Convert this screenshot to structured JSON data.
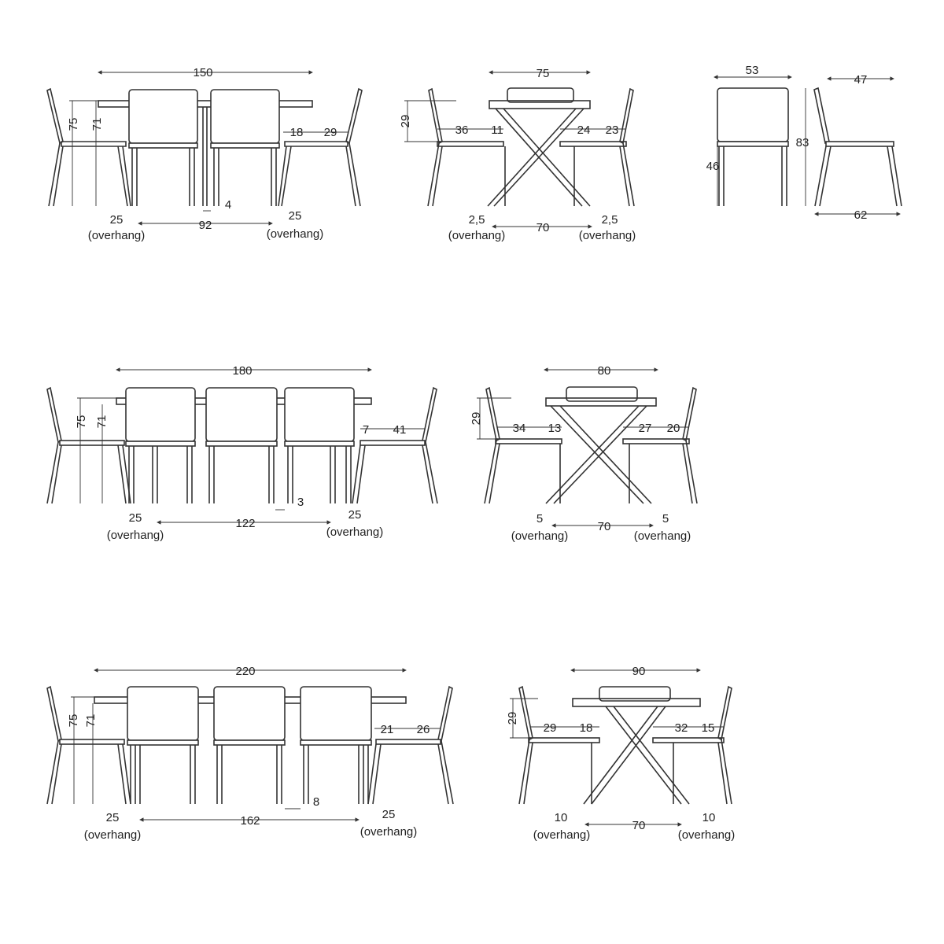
{
  "diagrams": {
    "set1_front": {
      "total_width": "150",
      "table_height": "75",
      "seat_to_top": "71",
      "leg_gap": "4",
      "chair_gap": "18",
      "end_chair_clear": "29",
      "leg_span": "92",
      "overhang_left": "25",
      "overhang_right": "25",
      "overhang_label": "(overhang)"
    },
    "set1_side": {
      "depth": "75",
      "chair_clear": "29",
      "left_seat": "36",
      "left_gap": "11",
      "right_gap": "24",
      "right_seat": "23",
      "overhang_left": "2,5",
      "overhang_right": "2,5",
      "leg_span": "70",
      "overhang_label": "(overhang)"
    },
    "chair_front": {
      "width": "53",
      "seat_height": "46"
    },
    "chair_side": {
      "depth_top": "47",
      "height": "83",
      "depth_bottom": "62"
    },
    "set2_front": {
      "total_width": "180",
      "table_height": "75",
      "seat_to_top": "71",
      "end_gap": "7",
      "end_chair_clear": "41",
      "leg_gap": "3",
      "leg_span": "122",
      "overhang_left": "25",
      "overhang_right": "25",
      "overhang_label": "(overhang)"
    },
    "set2_side": {
      "depth": "80",
      "chair_clear": "29",
      "left_seat": "34",
      "left_gap": "13",
      "right_gap": "27",
      "right_seat": "20",
      "overhang_left": "5",
      "overhang_right": "5",
      "leg_span": "70",
      "overhang_label": "(overhang)"
    },
    "set3_front": {
      "total_width": "220",
      "table_height": "75",
      "seat_to_top": "71",
      "end_gap": "21",
      "end_chair_clear": "26",
      "leg_gap": "8",
      "leg_span": "162",
      "overhang_left": "25",
      "overhang_right": "25",
      "overhang_label": "(overhang)"
    },
    "set3_side": {
      "depth": "90",
      "chair_clear": "29",
      "left_seat": "29",
      "left_gap": "18",
      "right_gap": "32",
      "right_seat": "15",
      "overhang_left": "10",
      "overhang_right": "10",
      "leg_span": "70",
      "overhang_label": "(overhang)"
    }
  }
}
